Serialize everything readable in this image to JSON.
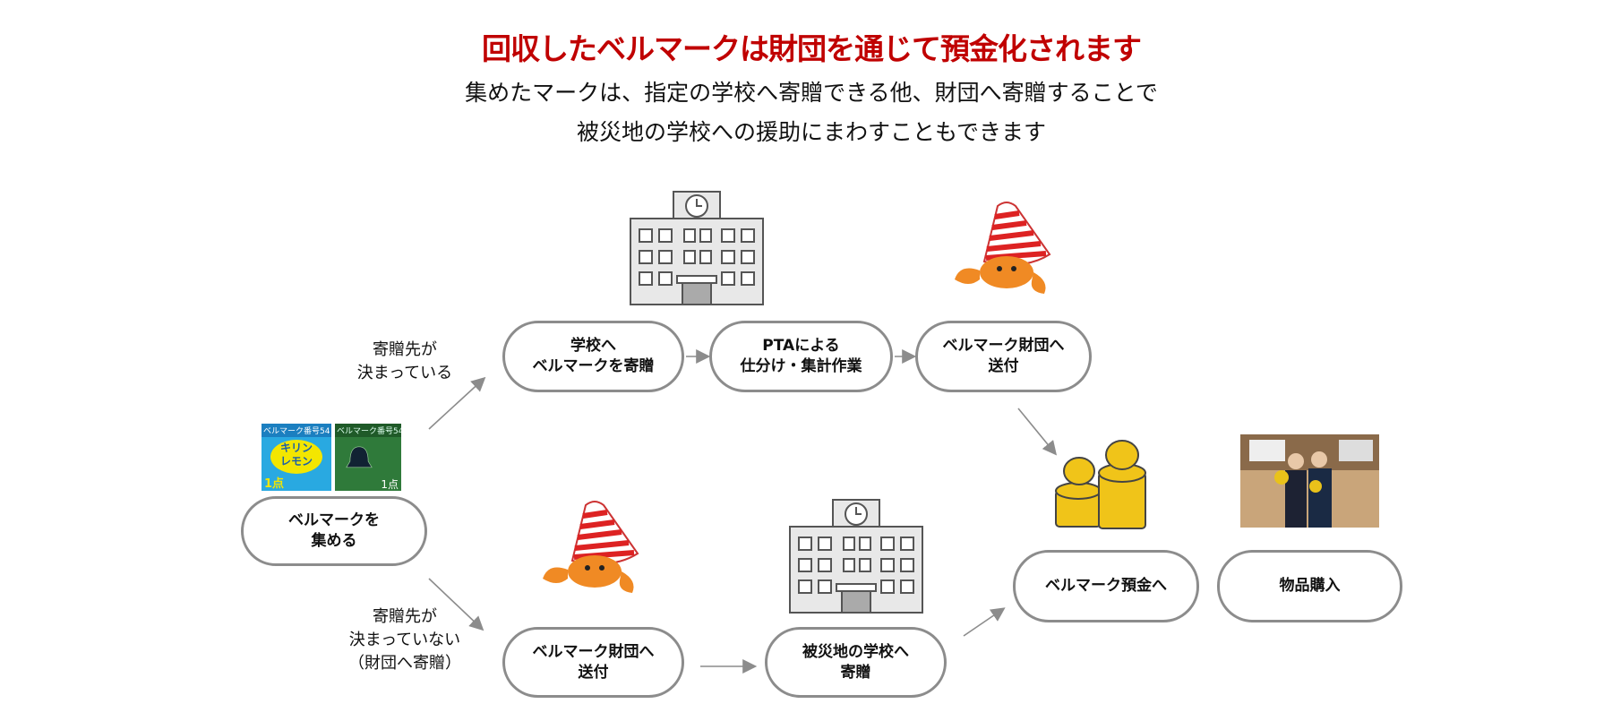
{
  "title": "回収したベルマークは財団を通じて預金化されます",
  "subtitle": [
    "集めたマークは、指定の学校へ寄贈できる他、財団へ寄贈することで",
    "被災地の学校への援助にまわすこともできます"
  ],
  "start": {
    "line1": "ベルマークを",
    "line2": "集める"
  },
  "branch_top_label": [
    "寄贈先が",
    "決まっている"
  ],
  "branch_bottom_label": [
    "寄贈先が",
    "決まっていない",
    "（財団へ寄贈）"
  ],
  "top_row": [
    {
      "line1": "学校へ",
      "line2": "ベルマークを寄贈"
    },
    {
      "line1": "PTAによる",
      "line2": "仕分け・集計作業"
    },
    {
      "line1": "ベルマーク財団へ",
      "line2": "送付"
    }
  ],
  "bottom_row": [
    {
      "line1": "ベルマーク財団へ",
      "line2": "送付"
    },
    {
      "line1": "被災地の学校へ",
      "line2": "寄贈"
    }
  ],
  "end_row": [
    {
      "line1": "ベルマーク預金へ"
    },
    {
      "line1": "物品購入"
    }
  ],
  "bell_marks": [
    {
      "header": "ベルマーク番号54",
      "text1": "キリン",
      "text2": "レモン",
      "points": "1点"
    },
    {
      "header": "ベルマーク番号54",
      "points": "1点"
    }
  ],
  "colors": {
    "title": "#c00000",
    "border": "#8c8c8c",
    "arrow": "#8c8c8c"
  }
}
